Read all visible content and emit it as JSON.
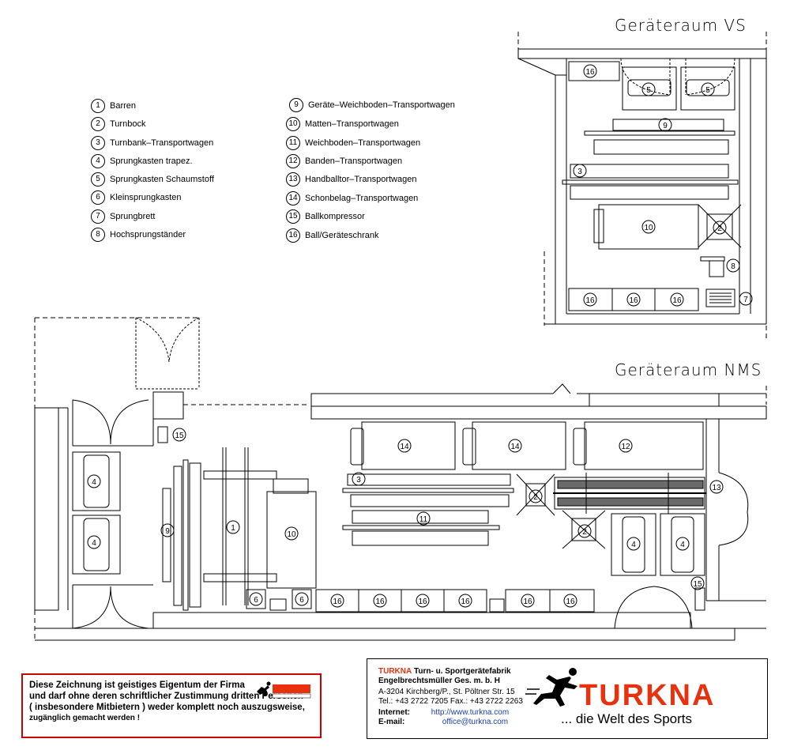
{
  "rooms": {
    "vs_title": "Geräteraum VS",
    "nms_title": "Geräteraum NMS"
  },
  "legend": [
    {
      "num": "1",
      "label": "Barren"
    },
    {
      "num": "2",
      "label": "Turnbock"
    },
    {
      "num": "3",
      "label": "Turnbank–Transportwagen"
    },
    {
      "num": "4",
      "label": "Sprungkasten trapez."
    },
    {
      "num": "5",
      "label": "Sprungkasten Schaumstoff"
    },
    {
      "num": "6",
      "label": "Kleinsprungkasten"
    },
    {
      "num": "7",
      "label": "Sprungbrett"
    },
    {
      "num": "8",
      "label": "Hochsprungständer"
    },
    {
      "num": "9",
      "label": "Geräte–Weichboden–Transportwagen"
    },
    {
      "num": "10",
      "label": "Matten–Transportwagen"
    },
    {
      "num": "11",
      "label": "Weichboden–Transportwagen"
    },
    {
      "num": "12",
      "label": "Banden–Transportwagen"
    },
    {
      "num": "13",
      "label": "Handballtor–Transportwagen"
    },
    {
      "num": "14",
      "label": "Schonbelag–Transportwagen"
    },
    {
      "num": "15",
      "label": "Ballkompressor"
    },
    {
      "num": "16",
      "label": "Ball/Geräteschrank"
    }
  ],
  "notice": {
    "line1": "Diese Zeichnung ist geistiges Eigentum der Firma",
    "line2": "und darf ohne deren schriftlicher Zustimmung dritten Personen",
    "line3": "( insbesondere Mitbietern ) weder komplett noch auszugsweise,",
    "line4": "zugänglich gemacht werden !"
  },
  "company": {
    "brand": "TURKNA",
    "line1_rest": "Turn- u. Sportgerätefabrik",
    "line2": "Engelbrechtsmüller Ges. m. b. H",
    "line3": "A-3204 Kirchberg/P., St. Pöltner Str. 15",
    "line4": "Tel.: +43 2722 7205  Fax.: +43 2722 2263",
    "internet_label": "Internet:",
    "internet": "http://www.turkna.com",
    "email_label": "E-mail:",
    "email": "office@turkna.com",
    "logo_text": "TURKNA",
    "tagline": "... die Welt des Sports"
  },
  "colors": {
    "brand_red": "#e8320f",
    "notice_border": "#cc0000",
    "link_blue": "#1a3da8"
  },
  "labels": {
    "vs_16a": "16",
    "vs_5a": "5",
    "vs_5b": "5",
    "vs_9": "9",
    "vs_3": "3",
    "vs_10": "10",
    "vs_2": "2",
    "vs_8": "8",
    "vs_16b": "16",
    "vs_16c": "16",
    "vs_16d": "16",
    "vs_7": "7",
    "n_15a": "15",
    "n_4a": "4",
    "n_4b": "4",
    "n_9": "9",
    "n_1": "1",
    "n_10": "10",
    "n_6a": "6",
    "n_6b": "6",
    "n_16a": "16",
    "n_16b": "16",
    "n_16c": "16",
    "n_16d": "16",
    "n_16e": "16",
    "n_16f": "16",
    "n_14a": "14",
    "n_14b": "14",
    "n_12": "12",
    "n_3": "3",
    "n_11": "11",
    "n_2a": "2",
    "n_2b": "2",
    "n_13": "13",
    "n_4c": "4",
    "n_4d": "4",
    "n_15b": "15"
  }
}
